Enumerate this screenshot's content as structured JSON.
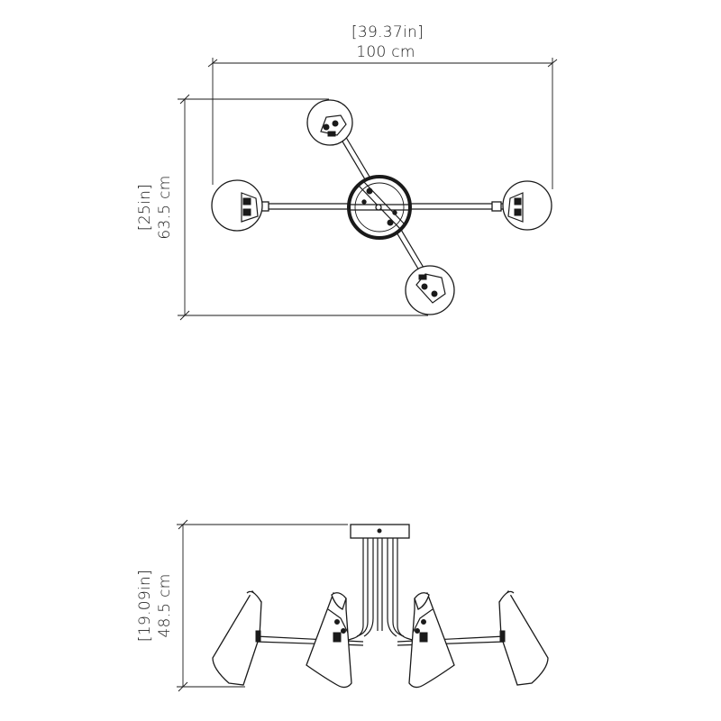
{
  "top_view": {
    "width_in": "[39.37in]",
    "width_cm": "100 cm",
    "depth_in": "[25in]",
    "depth_cm": "63.5 cm"
  },
  "side_view": {
    "height_in": "[19.09in]",
    "height_cm": "48.5 cm"
  },
  "colors": {
    "line": "#1a1a1a",
    "background": "#ffffff"
  }
}
